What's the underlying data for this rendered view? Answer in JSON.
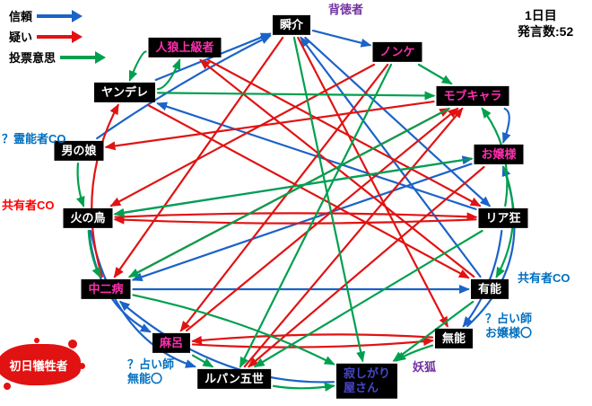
{
  "day_info": {
    "line1": "1日目",
    "line2": "発言数:52"
  },
  "legend": {
    "items": [
      {
        "id": "trust",
        "label": "信頼",
        "color": "#1b63c8"
      },
      {
        "id": "doubt",
        "label": "疑い",
        "color": "#e11212"
      },
      {
        "id": "vote",
        "label": "投票意思",
        "color": "#00a04e"
      }
    ]
  },
  "edge_colors": {
    "trust": "#1b63c8",
    "doubt": "#e11212",
    "vote": "#00a04e"
  },
  "nodes": [
    {
      "id": "shunsuke",
      "label": "瞬介",
      "text_color": "#ffffff"
    },
    {
      "id": "jinrou",
      "label": "人狼上級者",
      "text_color": "#ff2fae"
    },
    {
      "id": "nonke",
      "label": "ノンケ",
      "text_color": "#ff2fae"
    },
    {
      "id": "yandere",
      "label": "ヤンデレ",
      "text_color": "#ffffff"
    },
    {
      "id": "mob",
      "label": "モブキャラ",
      "text_color": "#ff2fae"
    },
    {
      "id": "otokonoko",
      "label": "男の娘",
      "text_color": "#ffffff"
    },
    {
      "id": "ojousama",
      "label": "お嬢様",
      "text_color": "#ff2fae"
    },
    {
      "id": "hinotori",
      "label": "火の鳥",
      "text_color": "#ffffff"
    },
    {
      "id": "riakyou",
      "label": "リア狂",
      "text_color": "#ffffff"
    },
    {
      "id": "chuuni",
      "label": "中二病",
      "text_color": "#ff2fae"
    },
    {
      "id": "yuunou",
      "label": "有能",
      "text_color": "#ffffff"
    },
    {
      "id": "maro",
      "label": "麻呂",
      "text_color": "#ff2fae"
    },
    {
      "id": "munou",
      "label": "無能",
      "text_color": "#ffffff"
    },
    {
      "id": "lupin",
      "label": "ルパン五世",
      "text_color": "#ffffff"
    },
    {
      "id": "sabishigari",
      "label": "寂しがり\n屋さん",
      "text_color": "#4646c8"
    }
  ],
  "annotations": {
    "reinousha_co": {
      "text": "？霊能者CO",
      "color": "#0070c0"
    },
    "kyouyuusha_co_left": {
      "text": "共有者CO",
      "color": "#ff0000"
    },
    "haitokusha": {
      "text": "背徳者",
      "color": "#7030a0"
    },
    "kyouyuusha_co_right": {
      "text": "共有者CO",
      "color": "#0070c0"
    },
    "uranaishi_ojousama": {
      "text": "？占い師\nお嬢様〇",
      "color": "#0070c0"
    },
    "uranaishi_munou": {
      "text": "？占い師\n無能〇",
      "color": "#0070c0"
    },
    "youko": {
      "text": "妖狐",
      "color": "#7030a0"
    }
  },
  "first_victim": {
    "label": "初日犠牲者",
    "color": "#e11212"
  },
  "edges": [
    {
      "from": "yandere",
      "to": "shunsuke",
      "type": "trust",
      "bend": 0
    },
    {
      "from": "otokonoko",
      "to": "shunsuke",
      "type": "trust",
      "bend": -10
    },
    {
      "from": "yuunou",
      "to": "shunsuke",
      "type": "trust",
      "bend": 0
    },
    {
      "from": "riakyou",
      "to": "yandere",
      "type": "trust",
      "bend": 0
    },
    {
      "from": "ojousama",
      "to": "chuuni",
      "type": "trust",
      "bend": 0
    },
    {
      "from": "shunsuke",
      "to": "nonke",
      "type": "trust",
      "bend": 0
    },
    {
      "from": "chuuni",
      "to": "yuunou",
      "type": "trust",
      "bend": 0
    },
    {
      "from": "hinotori",
      "to": "ojousama",
      "type": "trust",
      "bend": 0
    },
    {
      "from": "mob",
      "to": "ojousama",
      "type": "trust",
      "bend": -35
    },
    {
      "from": "munou",
      "to": "ojousama",
      "type": "trust",
      "bend": 70
    },
    {
      "from": "riakyou",
      "to": "munou",
      "type": "trust",
      "bend": -20
    },
    {
      "from": "hinotori",
      "to": "lupin",
      "type": "trust",
      "bend": 70
    },
    {
      "from": "hinotori",
      "to": "maro",
      "type": "trust",
      "bend": 45
    },
    {
      "from": "sabishigari",
      "to": "chuuni",
      "type": "trust",
      "bend": -60
    },
    {
      "from": "shunsuke",
      "to": "riakyou",
      "type": "trust",
      "bend": 0
    },
    {
      "from": "hinotori",
      "to": "riakyou",
      "type": "doubt",
      "bend": -10
    },
    {
      "from": "riakyou",
      "to": "hinotori",
      "type": "doubt",
      "bend": -10
    },
    {
      "from": "shunsuke",
      "to": "chuuni",
      "type": "doubt",
      "bend": 0
    },
    {
      "from": "chuuni",
      "to": "mob",
      "type": "doubt",
      "bend": 0
    },
    {
      "from": "mob",
      "to": "otokonoko",
      "type": "doubt",
      "bend": 0
    },
    {
      "from": "nonke",
      "to": "maro",
      "type": "doubt",
      "bend": 0
    },
    {
      "from": "yandere",
      "to": "yuunou",
      "type": "doubt",
      "bend": 0
    },
    {
      "from": "yuunou",
      "to": "jinrou",
      "type": "doubt",
      "bend": 0
    },
    {
      "from": "ojousama",
      "to": "lupin",
      "type": "doubt",
      "bend": 0
    },
    {
      "from": "lupin",
      "to": "mob",
      "type": "doubt",
      "bend": 0
    },
    {
      "from": "maro",
      "to": "munou",
      "type": "doubt",
      "bend": 12
    },
    {
      "from": "munou",
      "to": "maro",
      "type": "doubt",
      "bend": 12
    },
    {
      "from": "chuuni",
      "to": "yandere",
      "type": "doubt",
      "bend": -45
    },
    {
      "from": "shunsuke",
      "to": "munou",
      "type": "doubt",
      "bend": 0
    },
    {
      "from": "jinrou",
      "to": "riakyou",
      "type": "doubt",
      "bend": 0
    },
    {
      "from": "maro",
      "to": "mob",
      "type": "doubt",
      "bend": 0
    },
    {
      "from": "nonke",
      "to": "hinotori",
      "type": "doubt",
      "bend": 0
    },
    {
      "from": "jinrou",
      "to": "yandere",
      "type": "vote",
      "bend": 25
    },
    {
      "from": "yandere",
      "to": "jinrou",
      "type": "vote",
      "bend": 25
    },
    {
      "from": "nonke",
      "to": "lupin",
      "type": "vote",
      "bend": 0
    },
    {
      "from": "mob",
      "to": "chuuni",
      "type": "vote",
      "bend": 0
    },
    {
      "from": "ojousama",
      "to": "hinotori",
      "type": "vote",
      "bend": 0
    },
    {
      "from": "riakyou",
      "to": "lupin",
      "type": "vote",
      "bend": 0
    },
    {
      "from": "yuunou",
      "to": "sabishigari",
      "type": "vote",
      "bend": 0
    },
    {
      "from": "munou",
      "to": "sabishigari",
      "type": "vote",
      "bend": 8
    },
    {
      "from": "maro",
      "to": "lupin",
      "type": "vote",
      "bend": 0
    },
    {
      "from": "lupin",
      "to": "sabishigari",
      "type": "vote",
      "bend": 12
    },
    {
      "from": "shunsuke",
      "to": "sabishigari",
      "type": "vote",
      "bend": 0
    },
    {
      "from": "hinotori",
      "to": "chuuni",
      "type": "vote",
      "bend": 8
    },
    {
      "from": "otokonoko",
      "to": "hinotori",
      "type": "vote",
      "bend": 8
    },
    {
      "from": "nonke",
      "to": "mob",
      "type": "vote",
      "bend": 0
    },
    {
      "from": "chuuni",
      "to": "sabishigari",
      "type": "vote",
      "bend": -20
    },
    {
      "from": "yandere",
      "to": "mob",
      "type": "vote",
      "bend": 0
    },
    {
      "from": "ojousama",
      "to": "yuunou",
      "type": "vote",
      "bend": -35
    },
    {
      "from": "riakyou",
      "to": "mob",
      "type": "vote",
      "bend": 30
    }
  ]
}
